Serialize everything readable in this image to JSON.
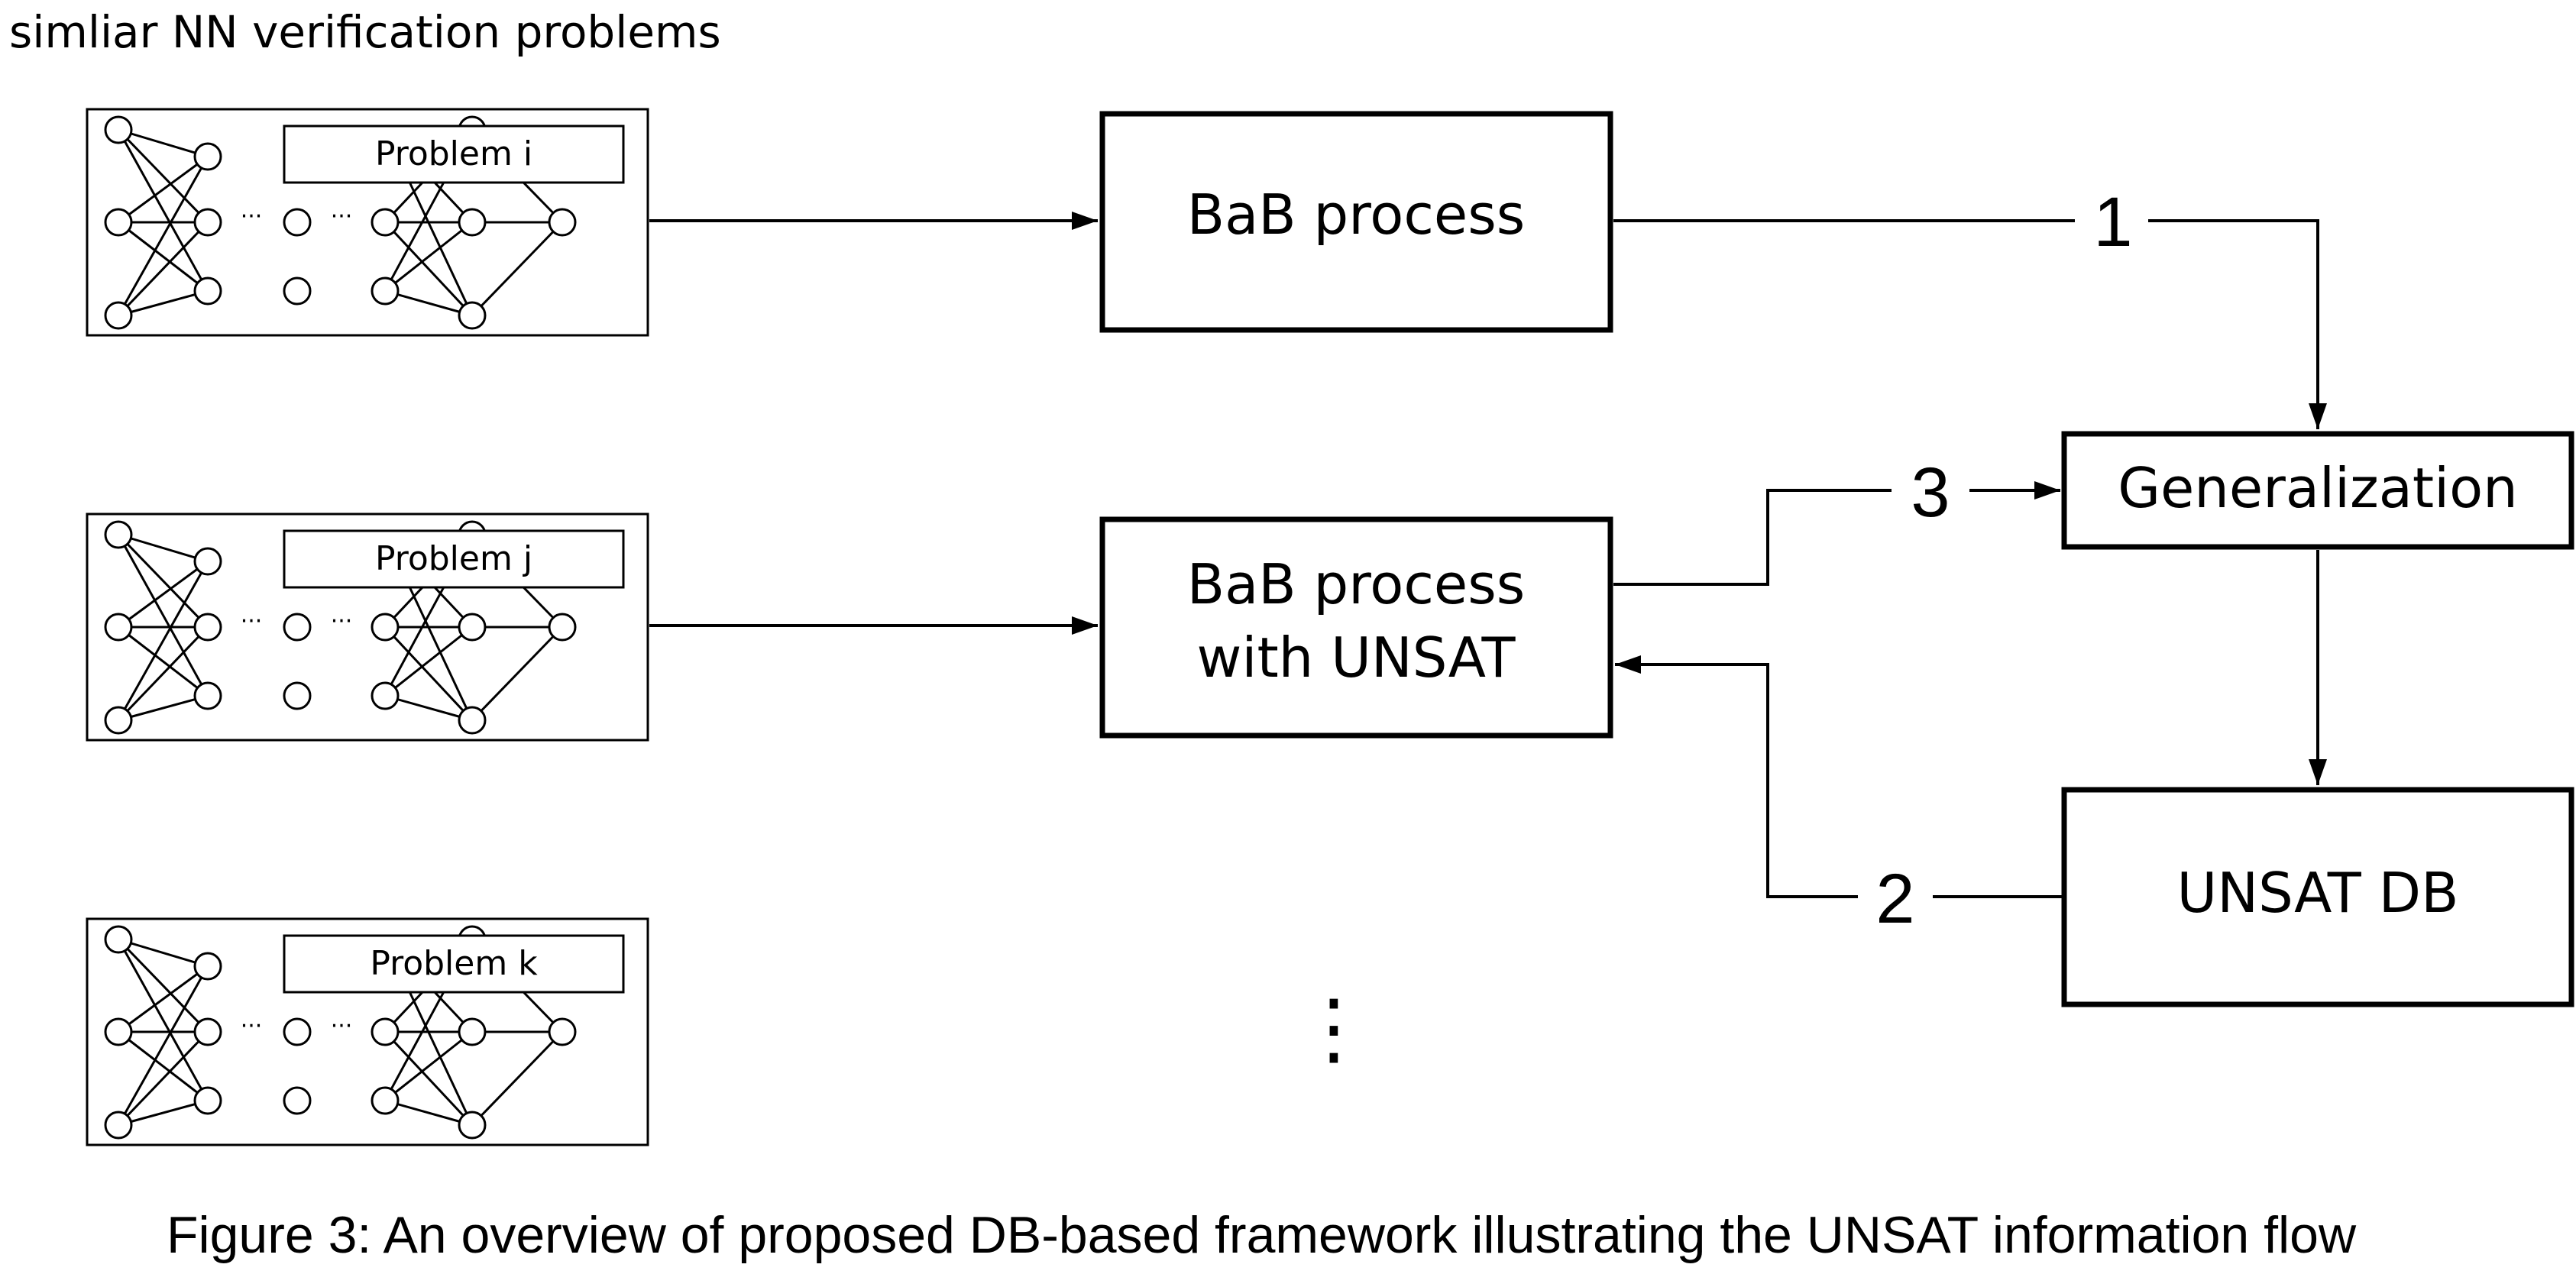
{
  "header_text": "simliar NN verification problems",
  "problems": [
    {
      "label": "Problem i"
    },
    {
      "label": "Problem j"
    },
    {
      "label": "Problem k"
    }
  ],
  "ellipsis_glyph": "···",
  "vertical_ellipsis": "⋮",
  "boxes": {
    "bab": {
      "label": "BaB process"
    },
    "bab_unsat": {
      "line1": "BaB process",
      "line2": "with UNSAT"
    },
    "generalization": {
      "label": "Generalization"
    },
    "unsat_db": {
      "label": "UNSAT DB"
    }
  },
  "flow_numbers": {
    "one": "1",
    "two": "2",
    "three": "3"
  },
  "caption": "Figure 3: An overview of proposed DB-based framework illustrating the UNSAT information flow"
}
